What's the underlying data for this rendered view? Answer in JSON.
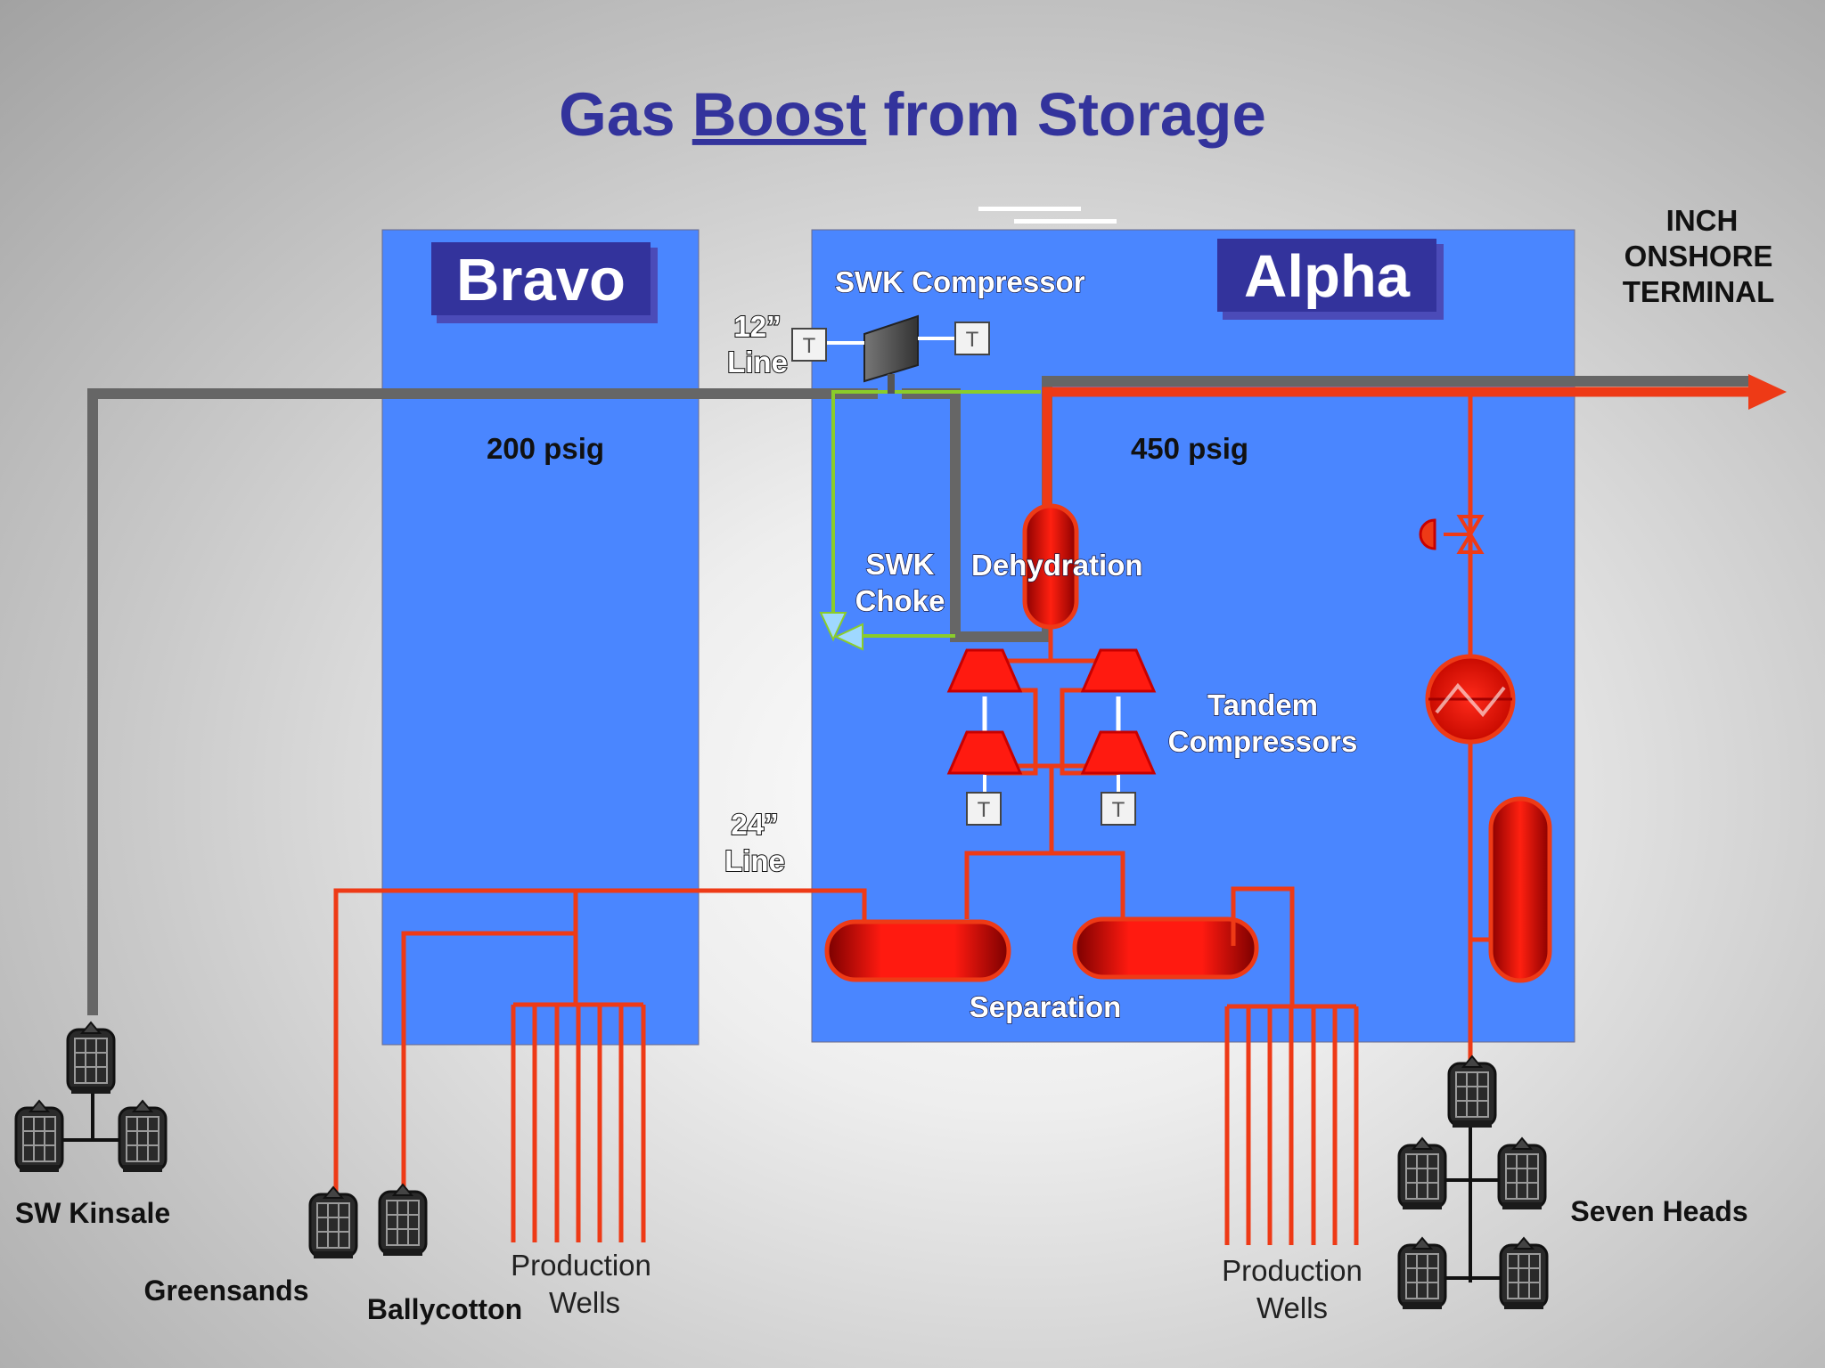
{
  "title": {
    "part1": "Gas ",
    "part2": "Boost",
    "part3": " from Storage"
  },
  "terminal": {
    "line1": "INCH",
    "line2": "ONSHORE",
    "line3": "TERMINAL"
  },
  "platforms": {
    "bravo": {
      "name": "Bravo",
      "pressure": "200 psig"
    },
    "alpha": {
      "name": "Alpha",
      "pressure": "450 psig"
    }
  },
  "equipment": {
    "swk_compressor": "SWK Compressor",
    "swk_choke": {
      "line1": "SWK",
      "line2": "Choke"
    },
    "dehydration": "Dehydration",
    "tandem": {
      "line1": "Tandem",
      "line2": "Compressors"
    },
    "separation": "Separation"
  },
  "lines": {
    "line12": {
      "size": "12”",
      "word": "Line"
    },
    "line24": {
      "size": "24”",
      "word": "Line"
    }
  },
  "t_marker": "T",
  "sites": {
    "sw_kinsale": "SW Kinsale",
    "greensands": "Greensands",
    "ballycotton": "Ballycotton",
    "seven_heads": "Seven Heads"
  },
  "production_wells": {
    "line1": "Production",
    "line2": "Wells"
  },
  "colors": {
    "platform_blue": "#4a86ff",
    "title_blue": "#33339c",
    "label_box": "#33339c",
    "pipe_red": "#ee3a16",
    "pipe_gray": "#666666",
    "pipe_green": "#8acc2a"
  }
}
